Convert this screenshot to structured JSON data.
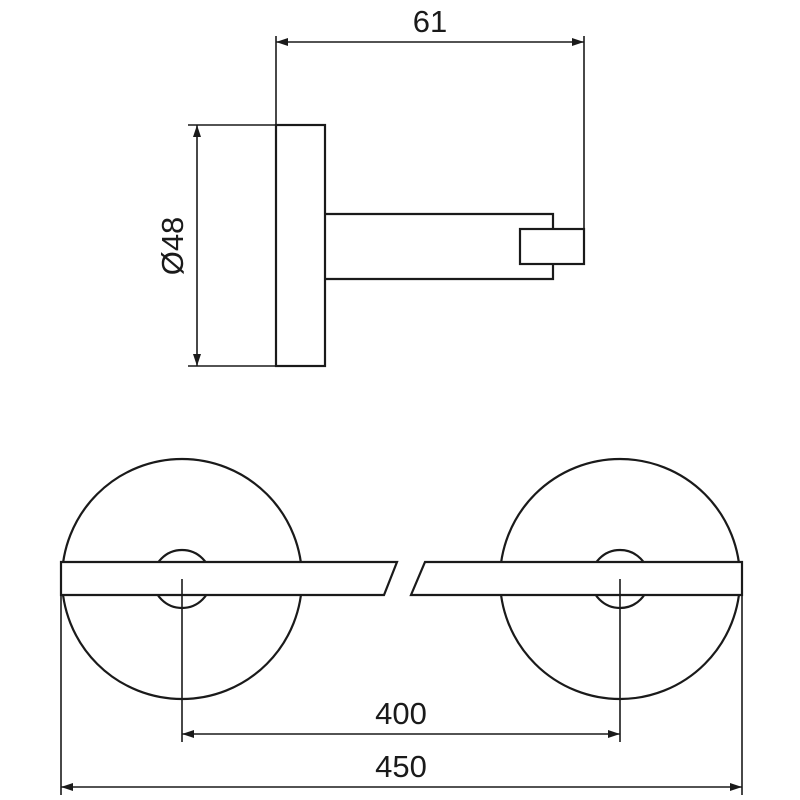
{
  "dimensions": {
    "projection_depth": "61",
    "rosette_diameter": "Ø48",
    "center_distance": "400",
    "overall_length": "450"
  },
  "colors": {
    "line": "#1a1a1a",
    "background": "#ffffff"
  }
}
